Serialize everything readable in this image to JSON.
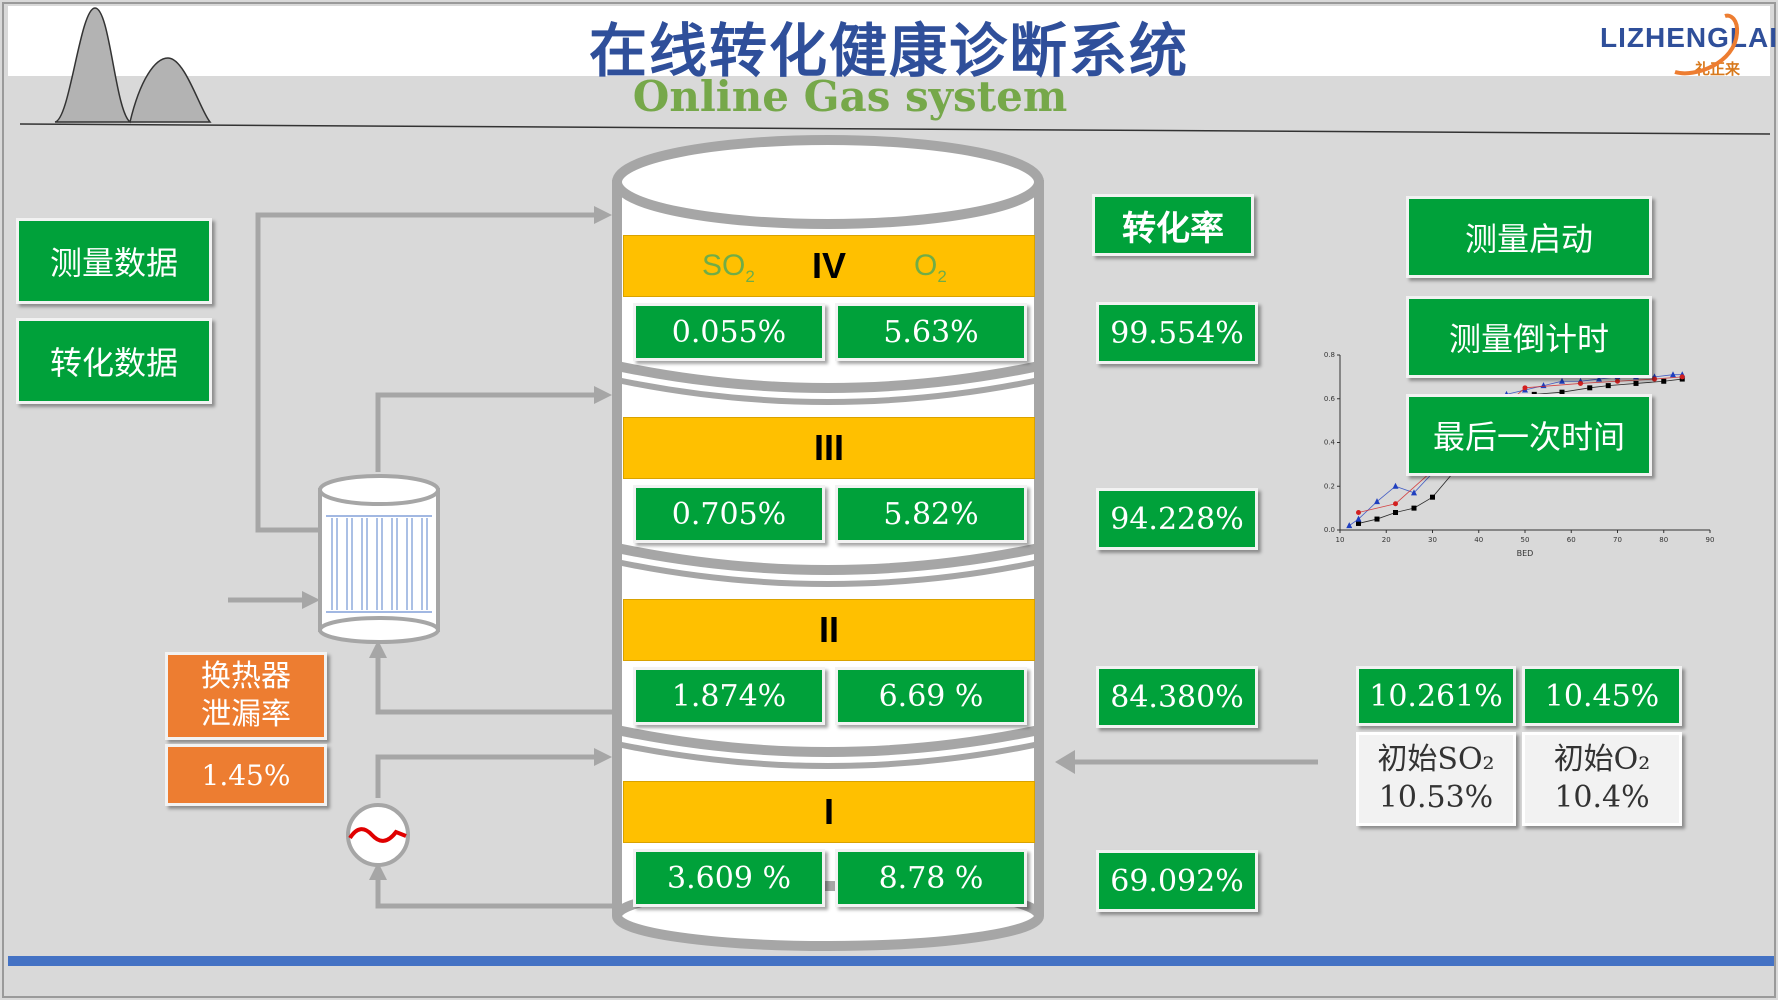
{
  "header": {
    "title": "在线转化健康诊断系统",
    "subtitle": "Online  Gas system",
    "logo_text": "LIZHENGLAI",
    "logo_subtext": "礼正来"
  },
  "left_buttons": {
    "measure_data": "测量数据",
    "conversion_data": "转化数据"
  },
  "right_buttons": {
    "measure_start": "测量启动",
    "measure_countdown": "测量倒计时",
    "last_time": "最后一次时间"
  },
  "labels": {
    "conversion_rate": "转化率",
    "so2_prefix": "SO",
    "so2_sub": "2",
    "o2_prefix": "O",
    "o2_sub": "2"
  },
  "beds": [
    {
      "numeral": "IV",
      "so2": "0.055%",
      "o2": "5.63%",
      "rate": "99.554%"
    },
    {
      "numeral": "III",
      "so2": "0.705%",
      "o2": "5.82%",
      "rate": "94.228%"
    },
    {
      "numeral": "II",
      "so2": "1.874%",
      "o2": "6.69 %",
      "rate": "84.380%"
    },
    {
      "numeral": "I",
      "so2": "3.609 %",
      "o2": "8.78 %",
      "rate": "69.092%"
    }
  ],
  "heat_exchanger": {
    "label_line1": "换热器",
    "label_line2": "泄漏率",
    "value": "1.45%"
  },
  "inlet": {
    "value_so2": "10.261%",
    "value_o2": "10.45%",
    "initial_so2_label": "初始SO₂",
    "initial_so2_value": "10.53%",
    "initial_o2_label": "初始O₂",
    "initial_o2_value": "10.4%"
  },
  "colors": {
    "green": "#00a13a",
    "orange": "#ed7d31",
    "yellow": "#ffc000",
    "title_blue": "#2f4f9a",
    "subtitle_green": "#76a84a",
    "bar_blue": "#4472c4"
  },
  "chart_data": {
    "type": "scatter",
    "xlabel": "BED",
    "ylabel": "",
    "xlim": [
      10,
      90
    ],
    "ylim": [
      0.0,
      0.8
    ],
    "x_ticks": [
      "10",
      "20",
      "30",
      "40",
      "50",
      "60",
      "70",
      "80",
      "90"
    ],
    "y_ticks": [
      "0.0",
      "0.2",
      "0.4",
      "0.6",
      "0.8"
    ],
    "series": [
      {
        "marker": "square",
        "color": "#000000",
        "x": [
          14,
          18,
          22,
          26,
          30,
          48,
          52,
          58,
          64,
          68,
          74,
          80,
          84
        ],
        "y": [
          0.03,
          0.05,
          0.08,
          0.1,
          0.15,
          0.6,
          0.62,
          0.63,
          0.65,
          0.66,
          0.67,
          0.68,
          0.69
        ]
      },
      {
        "marker": "triangle",
        "color": "#1f3fbf",
        "x": [
          12,
          14,
          18,
          22,
          26,
          46,
          50,
          54,
          58,
          62,
          66,
          70,
          74,
          78,
          82,
          84
        ],
        "y": [
          0.02,
          0.05,
          0.13,
          0.2,
          0.17,
          0.62,
          0.64,
          0.66,
          0.68,
          0.68,
          0.69,
          0.7,
          0.7,
          0.7,
          0.71,
          0.71
        ]
      },
      {
        "marker": "circle",
        "color": "#d22020",
        "x": [
          14,
          22,
          50,
          62,
          70,
          78,
          84
        ],
        "y": [
          0.08,
          0.12,
          0.65,
          0.67,
          0.68,
          0.69,
          0.7
        ]
      }
    ]
  }
}
